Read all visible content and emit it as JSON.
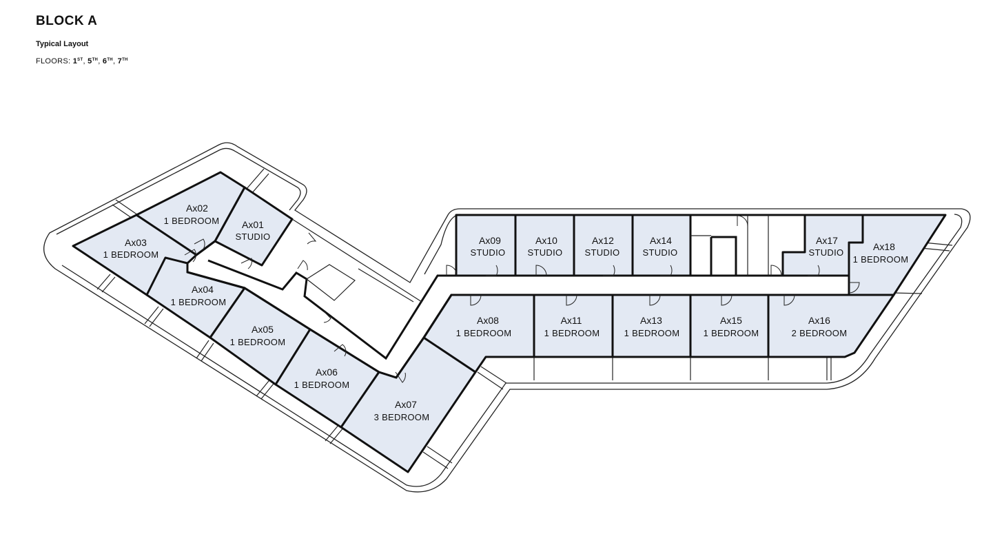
{
  "header": {
    "title": "BLOCK A",
    "subtitle": "Typical Layout",
    "floors_label": "FLOORS:",
    "floors": [
      {
        "num": "1",
        "suffix": "ST"
      },
      {
        "num": "5",
        "suffix": "TH"
      },
      {
        "num": "6",
        "suffix": "TH"
      },
      {
        "num": "7",
        "suffix": "TH"
      }
    ]
  },
  "units": [
    {
      "code": "Ax01",
      "type": "STUDIO"
    },
    {
      "code": "Ax02",
      "type": "1 BEDROOM"
    },
    {
      "code": "Ax03",
      "type": "1 BEDROOM"
    },
    {
      "code": "Ax04",
      "type": "1 BEDROOM"
    },
    {
      "code": "Ax05",
      "type": "1 BEDROOM"
    },
    {
      "code": "Ax06",
      "type": "1 BEDROOM"
    },
    {
      "code": "Ax07",
      "type": "3 BEDROOM"
    },
    {
      "code": "Ax08",
      "type": "1 BEDROOM"
    },
    {
      "code": "Ax09",
      "type": "STUDIO"
    },
    {
      "code": "Ax10",
      "type": "STUDIO"
    },
    {
      "code": "Ax11",
      "type": "1 BEDROOM"
    },
    {
      "code": "Ax12",
      "type": "STUDIO"
    },
    {
      "code": "Ax13",
      "type": "1 BEDROOM"
    },
    {
      "code": "Ax14",
      "type": "STUDIO"
    },
    {
      "code": "Ax15",
      "type": "1 BEDROOM"
    },
    {
      "code": "Ax16",
      "type": "2 BEDROOM"
    },
    {
      "code": "Ax17",
      "type": "STUDIO"
    },
    {
      "code": "Ax18",
      "type": "1 BEDROOM"
    }
  ]
}
